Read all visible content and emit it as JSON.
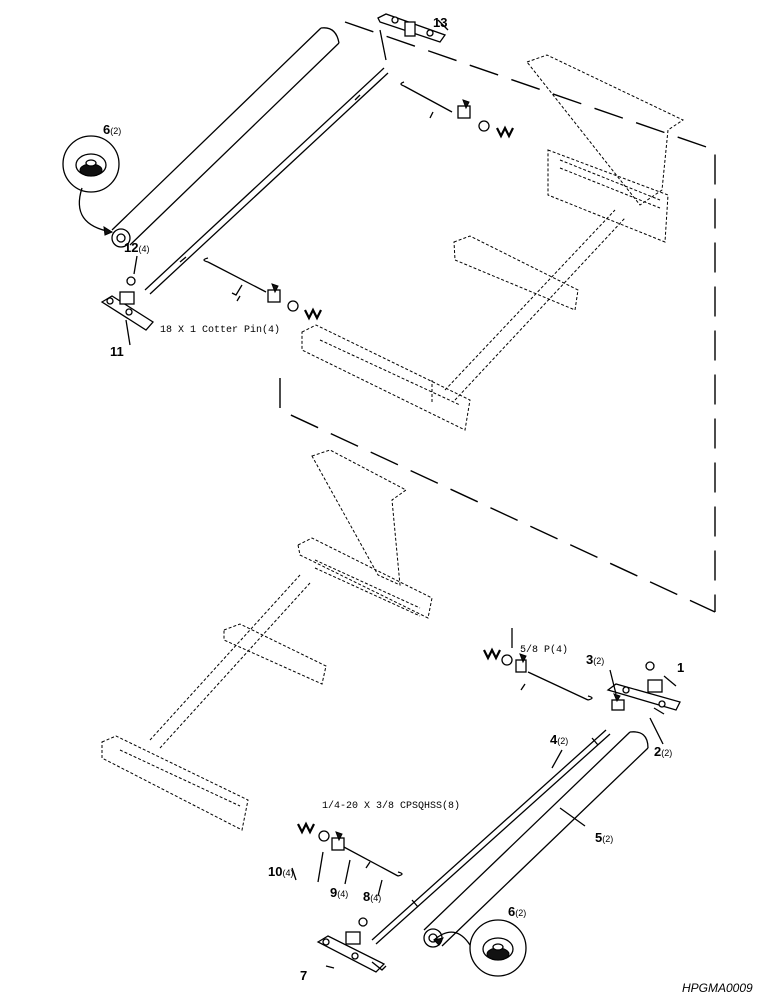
{
  "drawing_id": "HPGMA0009",
  "upper_assembly": {
    "callouts": [
      {
        "num": "13",
        "qty": ""
      },
      {
        "num": "6",
        "qty": "(2)"
      },
      {
        "num": "12",
        "qty": "(4)"
      },
      {
        "num": "11",
        "qty": ""
      }
    ],
    "note_cotter": "18 X 1 Cotter Pin(4)"
  },
  "lower_assembly": {
    "callouts": [
      {
        "num": "1",
        "qty": ""
      },
      {
        "num": "3",
        "qty": "(2)"
      },
      {
        "num": "2",
        "qty": "(2)"
      },
      {
        "num": "4",
        "qty": "(2)"
      },
      {
        "num": "5",
        "qty": "(2)"
      },
      {
        "num": "6",
        "qty": "(2)"
      },
      {
        "num": "7",
        "qty": ""
      },
      {
        "num": "8",
        "qty": "(4)"
      },
      {
        "num": "9",
        "qty": "(4)"
      },
      {
        "num": "10",
        "qty": "(4)"
      }
    ],
    "note_washer": "5/8 P(4)",
    "note_screw": "1/4-20 X 3/8 CPSQHSS(8)"
  }
}
